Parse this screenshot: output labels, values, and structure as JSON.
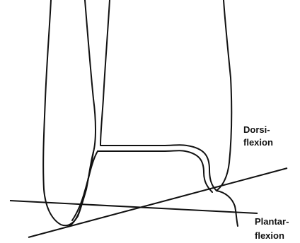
{
  "labels": {
    "dorsi_line1": "Dorsi-",
    "dorsi_line2": "flexion",
    "plantar_line1": "Plantar-",
    "plantar_line2": "flexion"
  }
}
